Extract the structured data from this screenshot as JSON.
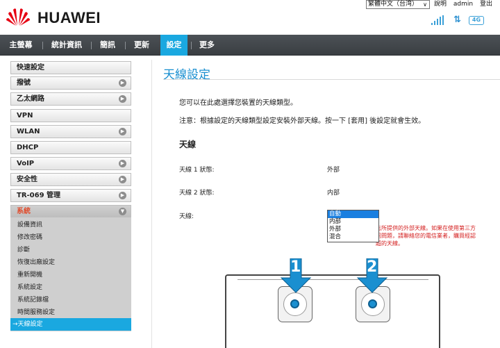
{
  "header": {
    "brand": "HUAWEI",
    "language": "繁體中文（台湾）",
    "links": [
      "說明",
      "admin",
      "登出"
    ],
    "network_badge": "4G",
    "brand_color": "#e60012"
  },
  "nav": {
    "items": [
      "主螢幕",
      "統計資訊",
      "簡訊",
      "更新",
      "設定",
      "更多"
    ],
    "active": "設定",
    "accent": "#1aa8e0"
  },
  "sidebar": {
    "items": [
      {
        "label": "快速設定",
        "expandable": false
      },
      {
        "label": "撥號",
        "expandable": true
      },
      {
        "label": "乙太網路",
        "expandable": true
      },
      {
        "label": "VPN",
        "expandable": false
      },
      {
        "label": "WLAN",
        "expandable": true
      },
      {
        "label": "DHCP",
        "expandable": false
      },
      {
        "label": "VoIP",
        "expandable": true
      },
      {
        "label": "安全性",
        "expandable": true
      },
      {
        "label": "TR-069 管理",
        "expandable": true
      },
      {
        "label": "系統",
        "expandable": true,
        "expanded": true
      }
    ],
    "sub_items": [
      "設備資訊",
      "修改密碼",
      "診斷",
      "恢復出廠設定",
      "重新開機",
      "系統設定",
      "系統記錄檔",
      "時間服務設定"
    ],
    "active_sub": "→天線設定"
  },
  "main": {
    "title": "天線設定",
    "description": "您可以在此處選擇您裝置的天線類型。",
    "note": "注意：根據設定的天線類型設定安裝外部天線。按一下 [套用] 後設定就會生效。",
    "section": "天線",
    "antenna1_label": "天線 1 狀態:",
    "antenna1_value": "外部",
    "antenna2_label": "天線 2 狀態:",
    "antenna2_value": "内部",
    "antenna_label": "天線:",
    "dropdown_options": [
      "自動",
      "内部",
      "外部",
      "混合"
    ],
    "dropdown_selected": "自動",
    "warning_lines": [
      "吉所提供的外部天線。如果在使用第三方",
      "问問題，請聯絡您的電信業者，購買經認",
      "超的天線。"
    ],
    "diagram_labels": [
      "1",
      "2"
    ]
  }
}
